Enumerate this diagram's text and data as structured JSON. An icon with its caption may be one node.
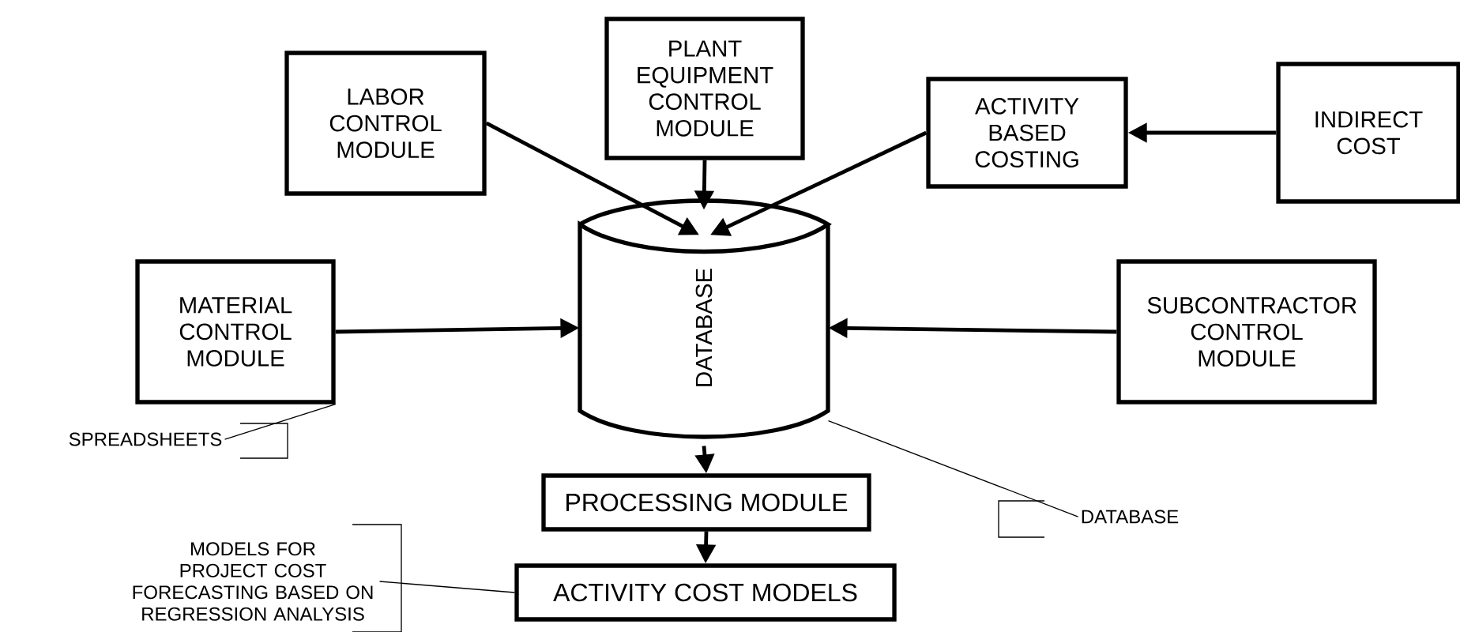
{
  "diagram": {
    "nodes": [
      {
        "text": [
          "LABOR CONTROL MODULE"
        ]
      },
      {
        "text": [
          "PLANT EQUIPMENT CONTROL MODULE"
        ]
      },
      {
        "text": [
          "ACTIVITY BASED COSTING"
        ]
      },
      {
        "text": [
          "INDIRECT COST"
        ]
      },
      {
        "text": [
          "DATABASE"
        ]
      },
      {
        "text": [
          "MATERIAL CONTROL MODULE"
        ]
      },
      {
        "text": [
          "SUBCONTRACTOR CONTROL MODULE"
        ]
      },
      {
        "text": [
          "PROCESSING MODULE"
        ]
      },
      {
        "text": [
          "ACTIVITY COST MODELS"
        ]
      },
      {
        "text": [
          "SPREADSHEETS"
        ]
      },
      {
        "text": [
          "DATABASE"
        ]
      },
      {
        "text": [
          "MODELS FOR PROJECT COST FORECASTING BASED ON REGRESSION ANALYSIS"
        ]
      }
    ],
    "edges": [
      {
        "from": 0,
        "to": 4,
        "arrow": "to"
      },
      {
        "from": 1,
        "to": 4,
        "arrow": "to"
      },
      {
        "from": 2,
        "to": 4,
        "arrow": "to"
      },
      {
        "from": 3,
        "to": 2,
        "arrow": "to"
      },
      {
        "from": 5,
        "to": 4,
        "arrow": "to"
      },
      {
        "from": 6,
        "to": 4,
        "arrow": "to"
      },
      {
        "from": 4,
        "to": 7,
        "arrow": "to"
      },
      {
        "from": 7,
        "to": 8,
        "arrow": "to"
      },
      {
        "from": 9,
        "to": 5,
        "arrow": "none"
      },
      {
        "from": 10,
        "to": 4,
        "arrow": "none"
      },
      {
        "from": 11,
        "to": 8,
        "arrow": "none"
      }
    ]
  }
}
